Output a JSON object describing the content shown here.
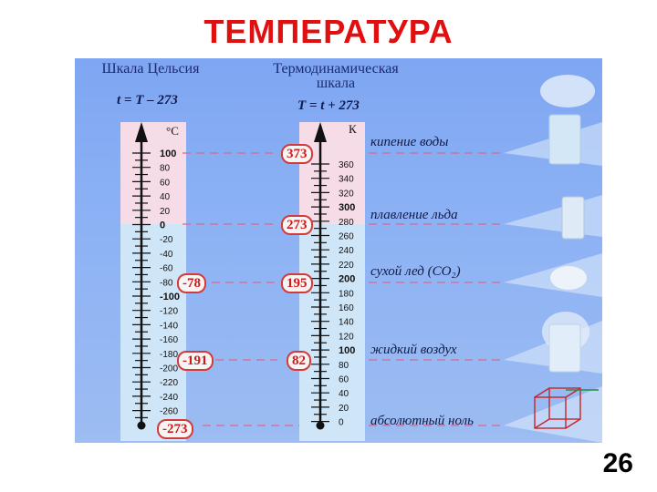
{
  "title": "ТЕМПЕРАТУРА",
  "page_number": "26",
  "celsius": {
    "header": "Шкала Цельсия",
    "formula": "t = T – 273",
    "unit": "°C",
    "labels": [
      "100",
      "80",
      "60",
      "40",
      "20",
      "0",
      "-20",
      "-40",
      "-60",
      "-80",
      "-100",
      "-120",
      "-140",
      "-160",
      "-180",
      "-200",
      "-220",
      "-240",
      "-260"
    ]
  },
  "kelvin": {
    "header_line1": "Термодинамическая",
    "header_line2": "шкала",
    "formula": "T = t + 273",
    "unit": "К",
    "labels": [
      "360",
      "340",
      "320",
      "300",
      "280",
      "260",
      "240",
      "220",
      "200",
      "180",
      "160",
      "140",
      "120",
      "100",
      "80",
      "60",
      "40",
      "20",
      "0"
    ]
  },
  "points": [
    {
      "kelvin_badge": "373",
      "phase": "кипение воды"
    },
    {
      "kelvin_badge": "273",
      "phase": "плавление льда"
    },
    {
      "celsius_badge": "-78",
      "kelvin_badge": "195",
      "phase": "сухой лед (CO₂)"
    },
    {
      "celsius_badge": "-191",
      "kelvin_badge": "82",
      "phase": "жидкий воздух"
    },
    {
      "celsius_badge": "-273",
      "phase": "абсолютный ноль"
    }
  ],
  "colors": {
    "title": "#e01010",
    "badge": "#d01818",
    "panel": "#8db2f4",
    "warm_zone": "#f6dce6",
    "cold_zone": "#cfe6f8"
  }
}
